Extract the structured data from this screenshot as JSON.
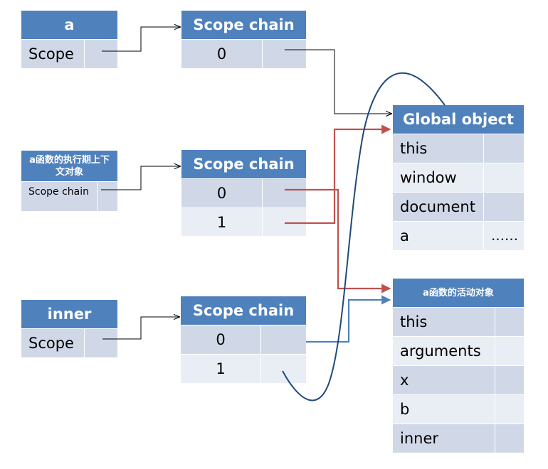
{
  "a_box": {
    "title": "a",
    "row_label": "Scope"
  },
  "scope_chain_1": {
    "title": "Scope chain",
    "rows": [
      "0"
    ]
  },
  "exec_ctx_box": {
    "title": "a函数的执行期上下文对象",
    "row_label": "Scope chain"
  },
  "scope_chain_2": {
    "title": "Scope chain",
    "rows": [
      "0",
      "1"
    ]
  },
  "inner_box": {
    "title": "inner",
    "row_label": "Scope"
  },
  "scope_chain_3": {
    "title": "Scope chain",
    "rows": [
      "0",
      "1"
    ]
  },
  "global_object": {
    "title": "Global object",
    "rows": [
      {
        "label": "this",
        "value": ""
      },
      {
        "label": "window",
        "value": ""
      },
      {
        "label": "document",
        "value": ""
      },
      {
        "label": "a",
        "value": "……"
      }
    ]
  },
  "activation_object": {
    "title": "a函数的活动对象",
    "rows": [
      "this",
      "arguments",
      "x",
      "b",
      "inner"
    ]
  },
  "colors": {
    "header": "#4f81bd",
    "row_dark": "#d0d8e8",
    "row_light": "#e9edf4",
    "arrow_red": "#c0504d",
    "arrow_blue": "#4f81bd",
    "curve": "#1f497d",
    "connector": "#000000"
  }
}
